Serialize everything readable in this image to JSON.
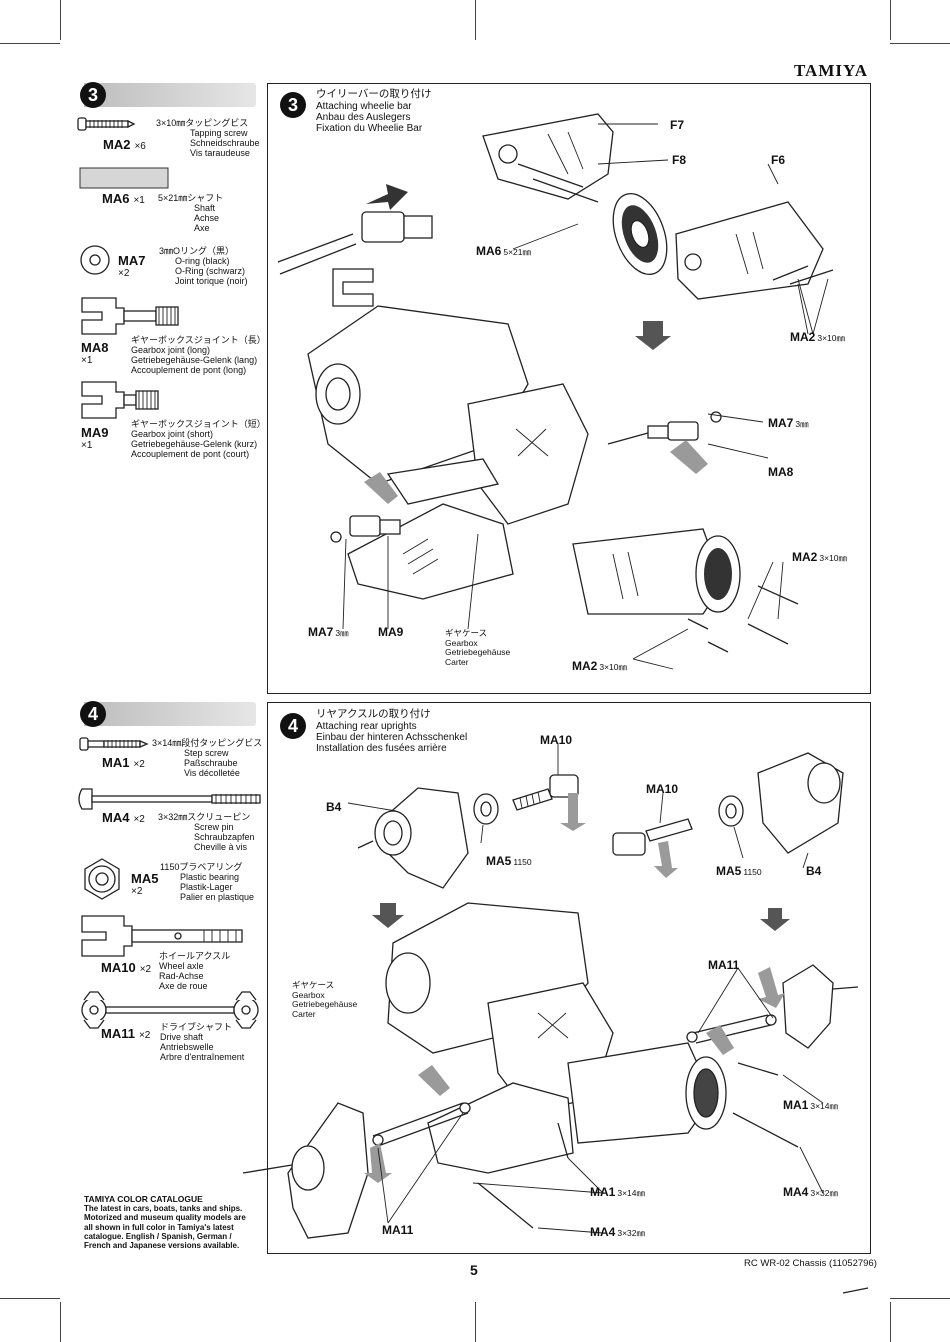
{
  "brand": "TAMIYA",
  "page_number": "5",
  "footer": "RC WR-02 Chassis (11052796)",
  "step3": {
    "number": "3",
    "titles": [
      "ウイリーバーの取り付け",
      "Attaching wheelie bar",
      "Anbau des Auslegers",
      "Fixation du Wheelie Bar"
    ],
    "parts": [
      {
        "code": "MA2",
        "qty": "×6",
        "lines": [
          "3×10㎜タッピングビス",
          "Tapping screw",
          "Schneidschraube",
          "Vis taraudeuse"
        ]
      },
      {
        "code": "MA6",
        "qty": "×1",
        "lines": [
          "5×21㎜シャフト",
          "Shaft",
          "Achse",
          "Axe"
        ]
      },
      {
        "code": "MA7",
        "qty": "×2",
        "lines": [
          "3㎜Oリング（黒）",
          "O-ring (black)",
          "O-Ring (schwarz)",
          "Joint torique (noir)"
        ]
      },
      {
        "code": "MA8",
        "qty": "×1",
        "lines": [
          "ギヤーボックスジョイント（長）",
          "Gearbox joint (long)",
          "Getriebegehäuse-Gelenk (lang)",
          "Accouplement de pont (long)"
        ]
      },
      {
        "code": "MA9",
        "qty": "×1",
        "lines": [
          "ギヤーボックスジョイント（短）",
          "Gearbox joint (short)",
          "Getriebegehäuse-Gelenk (kurz)",
          "Accouplement de pont (court)"
        ]
      }
    ],
    "callouts": {
      "f7": "F7",
      "f8": "F8",
      "f6": "F6",
      "ma6": "MA6",
      "ma6_size": "5×21㎜",
      "ma2_a": "MA2",
      "ma2_a_size": "3×10㎜",
      "ma7_a": "MA7",
      "ma7_a_size": "3㎜",
      "ma8": "MA8",
      "ma2_b": "MA2",
      "ma2_b_size": "3×10㎜",
      "ma7_b": "MA7",
      "ma7_b_size": "3㎜",
      "ma9": "MA9",
      "ma2_c": "MA2",
      "ma2_c_size": "3×10㎜"
    },
    "gearbox_label": [
      "ギヤケース",
      "Gearbox",
      "Getriebegehäuse",
      "Carter"
    ]
  },
  "step4": {
    "number": "4",
    "titles": [
      "リヤアクスルの取り付け",
      "Attaching rear uprights",
      "Einbau der hinteren Achsschenkel",
      "Installation des fusées arrière"
    ],
    "parts": [
      {
        "code": "MA1",
        "qty": "×2",
        "lines": [
          "3×14㎜段付タッピングビス",
          "Step screw",
          "Paßschraube",
          "Vis décolletée"
        ]
      },
      {
        "code": "MA4",
        "qty": "×2",
        "lines": [
          "3×32㎜スクリューピン",
          "Screw pin",
          "Schraubzapfen",
          "Cheville à vis"
        ]
      },
      {
        "code": "MA5",
        "qty": "×2",
        "lines": [
          "1150プラベアリング",
          "Plastic bearing",
          "Plastik-Lager",
          "Palier en plastique"
        ]
      },
      {
        "code": "MA10",
        "qty": "×2",
        "lines": [
          "ホイールアクスル",
          "Wheel axle",
          "Rad-Achse",
          "Axe de roue"
        ]
      },
      {
        "code": "MA11",
        "qty": "×2",
        "lines": [
          "ドライブシャフト",
          "Drive shaft",
          "Antriebswelle",
          "Arbre d'entraînement"
        ]
      }
    ],
    "callouts": {
      "ma10_a": "MA10",
      "ma10_b": "MA10",
      "b4_a": "B4",
      "b4_b": "B4",
      "ma5_a": "MA5",
      "ma5_a_size": "1150",
      "ma5_b": "MA5",
      "ma5_b_size": "1150",
      "ma11_a": "MA11",
      "ma11_b": "MA11",
      "ma1_a": "MA1",
      "ma1_a_size": "3×14㎜",
      "ma1_b": "MA1",
      "ma1_b_size": "3×14㎜",
      "ma4_a": "MA4",
      "ma4_a_size": "3×32㎜",
      "ma4_b": "MA4",
      "ma4_b_size": "3×32㎜"
    },
    "gearbox_label": [
      "ギヤケース",
      "Gearbox",
      "Getriebegehäuse",
      "Carter"
    ]
  },
  "catalogue": {
    "heading": "TAMIYA COLOR CATALOGUE",
    "body": "The latest in cars, boats, tanks and ships. Motorized and museum quality models are all shown in full color in Tamiya's latest catalogue. English / Spanish, German / French and Japanese versions available."
  }
}
